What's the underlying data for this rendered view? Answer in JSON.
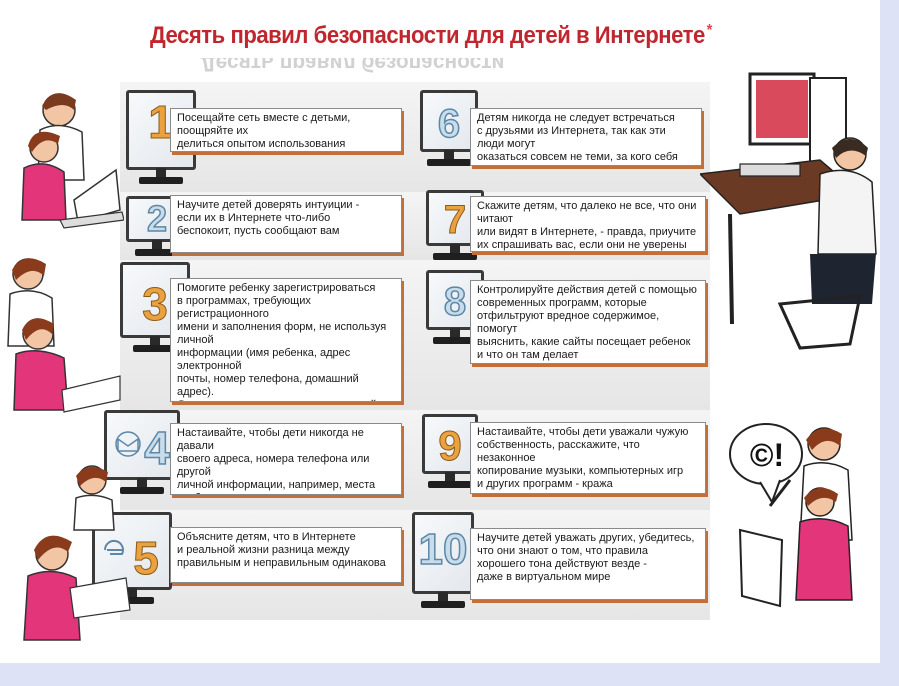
{
  "poster": {
    "title": "Десять правил безопасности для детей в Интернете",
    "title_mark": "*",
    "title_reflection": "Десять правил безопасности"
  },
  "rules": [
    {
      "number": "1",
      "text": "Посещайте сеть вместе с детьми, поощряйте их\nделиться опытом использования Интернета"
    },
    {
      "number": "2",
      "text": "Научите детей доверять интуиции -\nесли их в Интернете что-либо\nбеспокоит, пусть сообщают вам"
    },
    {
      "number": "3",
      "text": "Помогите ребенку зарегистрироваться\nв программах, требующих регистрационного\nимени и заполнения форм, не используя  личной\nинформации (имя ребенка, адрес электронной\nпочты, номер телефона, домашний адрес).\nДля этого можно завести специальный адрес\nэлектронной почты"
    },
    {
      "number": "4",
      "text": "Настаивайте, чтобы дети никогда не давали\nсвоего адреса, номера телефона или другой\nличной информации, например, места учебы\nили любимого места для прогулки"
    },
    {
      "number": "5",
      "text": "Объясните детям, что в Интернете\nи реальной жизни разница между\nправильным и неправильным одинакова"
    },
    {
      "number": "6",
      "text": "Детям никогда не следует встречаться\nс друзьями из Интернета, так как эти люди могут\nоказаться совсем не теми, за кого себя выдают"
    },
    {
      "number": "7",
      "text": "Скажите детям, что далеко не все, что они читают\nили видят в Интернете, - правда, приучите\nих спрашивать вас, если они не уверены"
    },
    {
      "number": "8",
      "text": "Контролируйте действия детей с помощью\nсовременных программ, которые\nотфильтруют вредное содержимое, помогут\nвыяснить, какие сайты посещает ребенок\nи что он там делает"
    },
    {
      "number": "9",
      "text": "Настаивайте, чтобы дети уважали чужую\nсобственность, расскажите, что незаконное\nкопирование музыки, компьютерных игр\nи других программ - кража"
    },
    {
      "number": "10",
      "text": "Научите детей уважать других, убедитесь,\nчто они знают о том, что правила\nхорошего тона действуют везде -\nдаже в виртуальном мире"
    }
  ],
  "speech_bubble": "©!",
  "colors": {
    "title": "#c0262e",
    "accent_shadow": "#c26f3a",
    "number_orange": "#e9a23f",
    "number_blue": "#c8dcea",
    "frame": "#dde2f6"
  }
}
